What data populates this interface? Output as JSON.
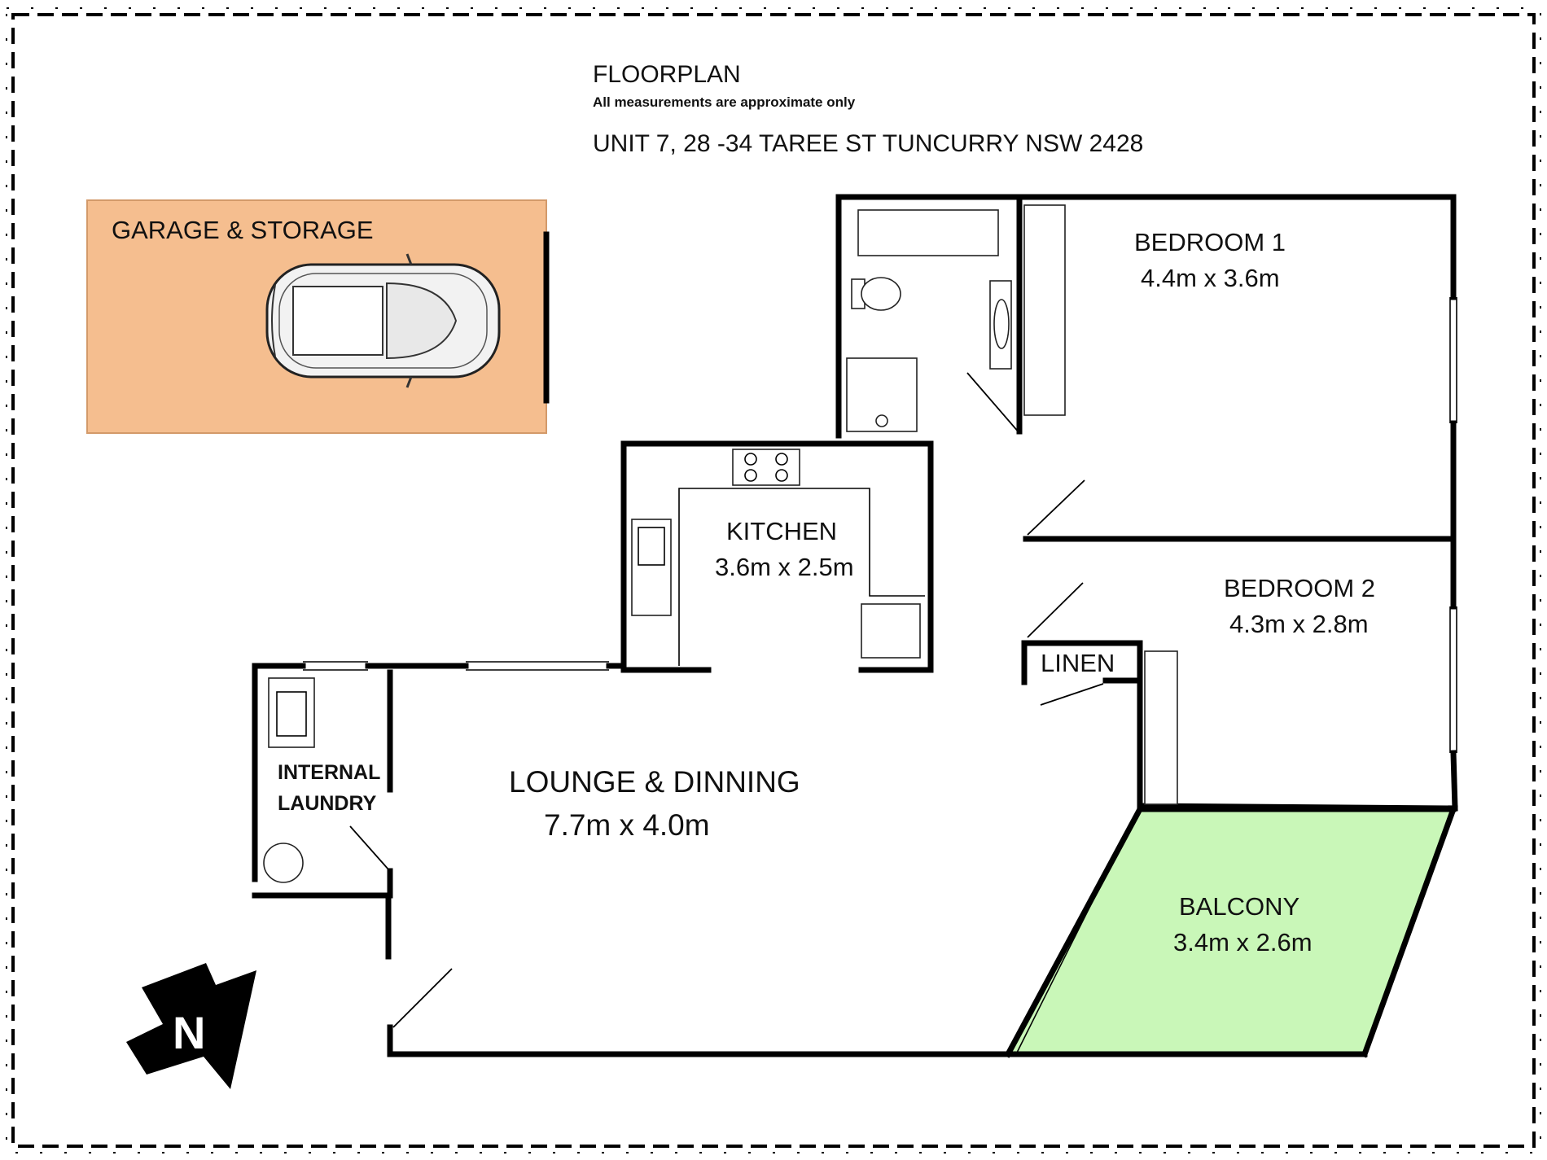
{
  "header": {
    "title": "FLOORPLAN",
    "disclaimer": "All measurements are approximate only",
    "address": "UNIT 7, 28 -34 TAREE ST TUNCURRY NSW 2428"
  },
  "rooms": {
    "garage": {
      "name": "GARAGE & STORAGE",
      "color": "#f5be8f"
    },
    "bedroom1": {
      "name": "BEDROOM 1",
      "size": "4.4m x 3.6m"
    },
    "bedroom2": {
      "name": "BEDROOM 2",
      "size": "4.3m x 2.8m"
    },
    "kitchen": {
      "name": "KITCHEN",
      "size": "3.6m x 2.5m"
    },
    "lounge": {
      "name": "LOUNGE & DINNING",
      "size": "7.7m x 4.0m"
    },
    "laundry": {
      "name_line1": "INTERNAL",
      "name_line2": "LAUNDRY"
    },
    "linen": {
      "name": "LINEN"
    },
    "balcony": {
      "name": "BALCONY",
      "size": "3.4m x 2.6m",
      "color": "#c9f7b8"
    }
  },
  "compass": {
    "letter": "N"
  }
}
